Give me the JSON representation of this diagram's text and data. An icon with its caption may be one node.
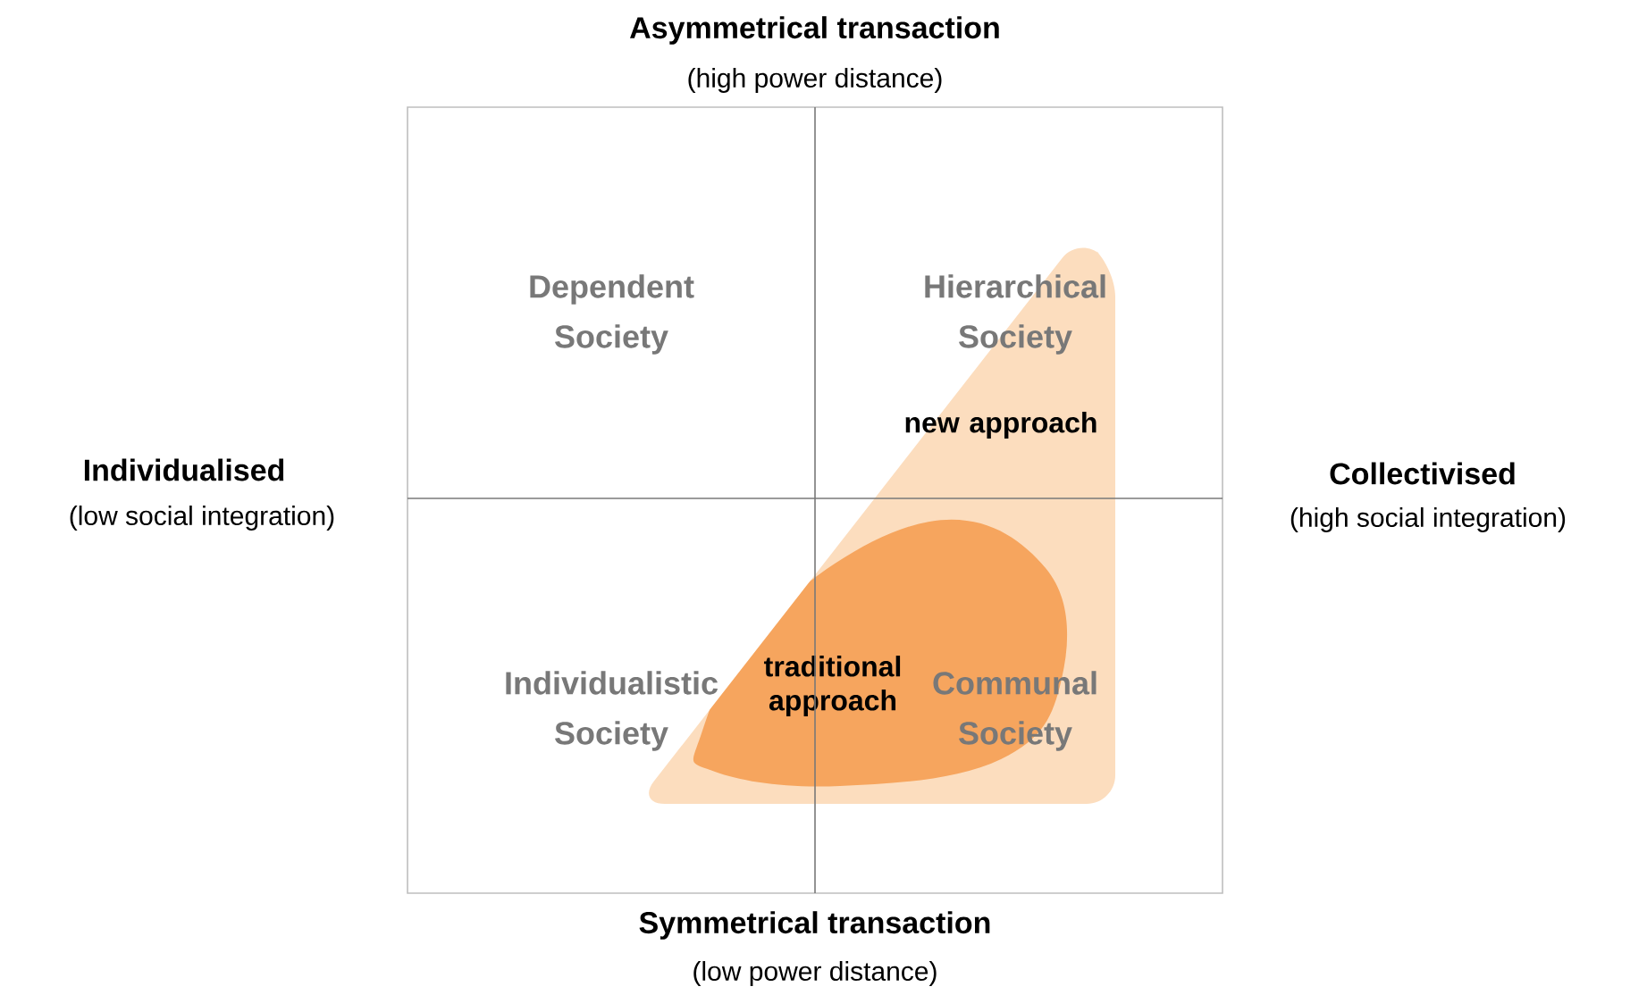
{
  "diagram": {
    "nodes": [
      {
        "text": [
          "new approach"
        ]
      },
      {
        "text": [
          "traditional approach"
        ],
        "in": 0
      }
    ],
    "labels": [
      "Asymmetrical transaction",
      "(high power distance)",
      "Dependent Society",
      "Hierarchical Society",
      "Individualised",
      "(low social integration)",
      "Collectivised",
      "(high social integration)",
      "Individualistic Society",
      "Communal Society",
      "Symmetrical transaction",
      "(low power distance)"
    ]
  }
}
